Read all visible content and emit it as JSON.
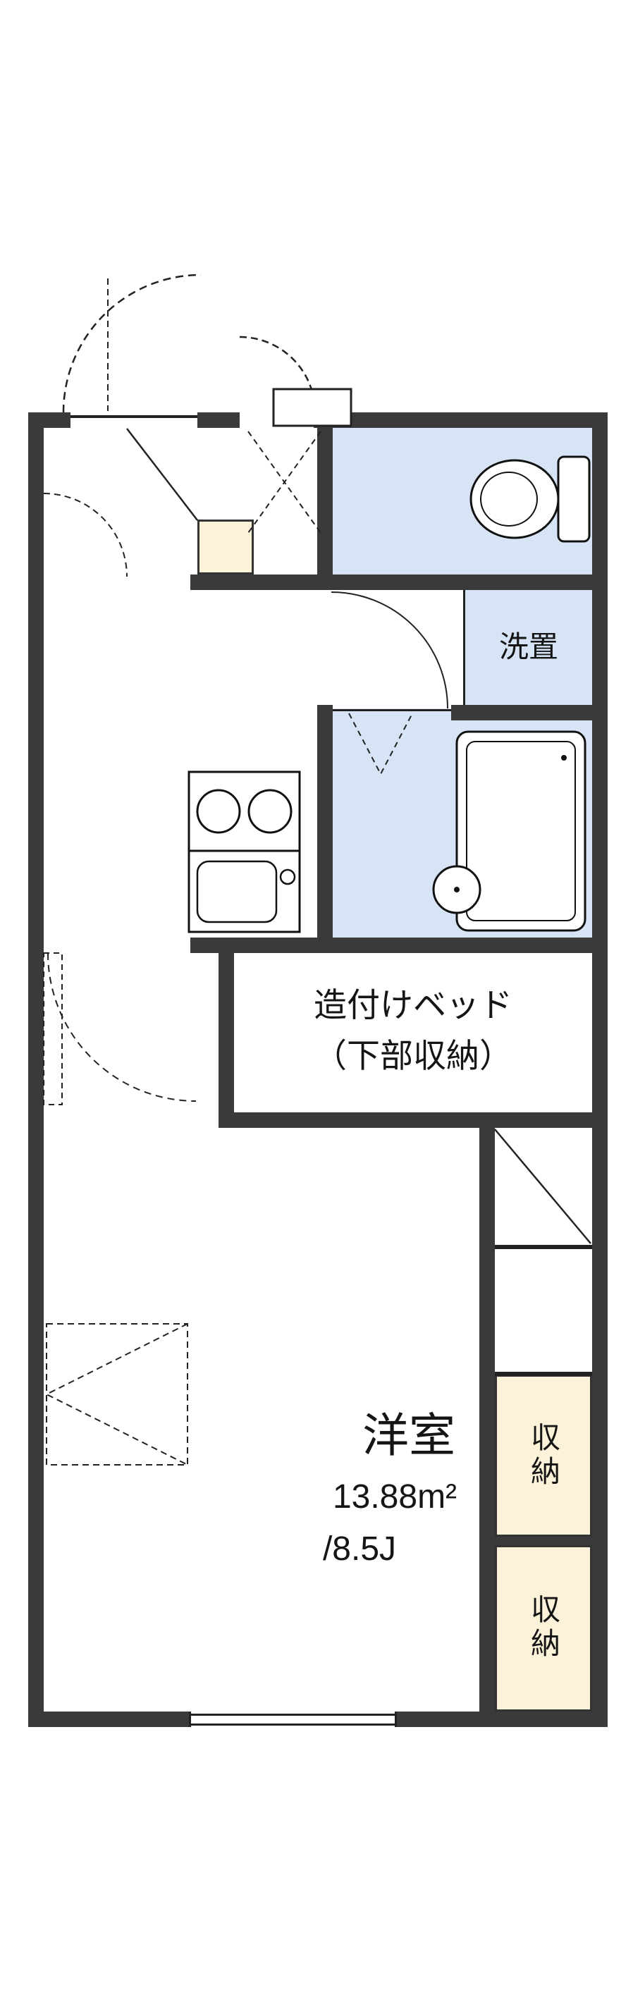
{
  "plan": {
    "labels": {
      "laundry": "洗置",
      "bed_line1": "造付けベッド",
      "bed_line2": "（下部収納）",
      "room_name": "洋室",
      "room_area_m2": "13.88m²",
      "room_area_j": "/8.5J",
      "storage": [
        "収納",
        "収納"
      ]
    },
    "colors": {
      "wall": "#3a3a3a",
      "water_area": "#d6e4f5",
      "storage_fill": "#fcf2d9",
      "line": "#222222",
      "background": "#ffffff"
    }
  }
}
